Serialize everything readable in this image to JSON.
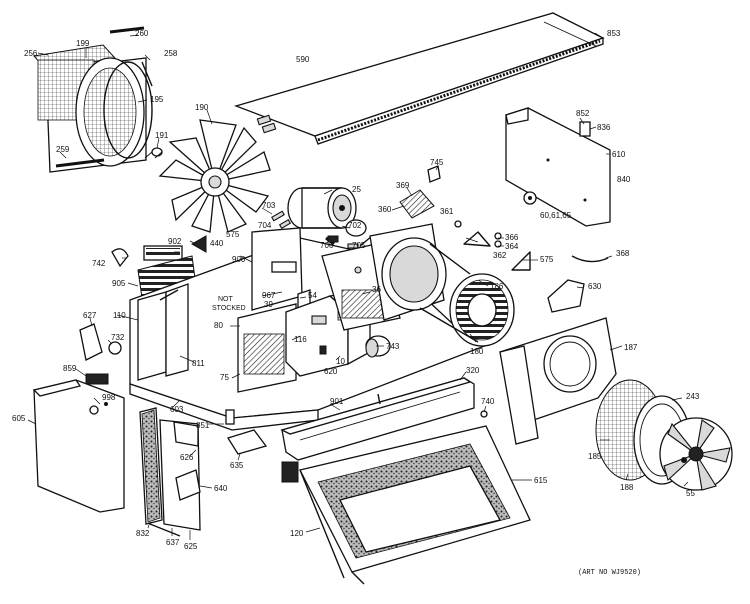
{
  "callouts": [
    {
      "id": "c256",
      "text": "256"
    },
    {
      "id": "c199",
      "text": "199"
    },
    {
      "id": "c260",
      "text": "260"
    },
    {
      "id": "c258",
      "text": "258"
    },
    {
      "id": "c195",
      "text": "195"
    },
    {
      "id": "c259",
      "text": "259"
    },
    {
      "id": "c191",
      "text": "191"
    },
    {
      "id": "c190",
      "text": "190"
    },
    {
      "id": "c590",
      "text": "590"
    },
    {
      "id": "c853",
      "text": "853"
    },
    {
      "id": "c852",
      "text": "852"
    },
    {
      "id": "c836",
      "text": "836"
    },
    {
      "id": "c610",
      "text": "610"
    },
    {
      "id": "c840",
      "text": "840"
    },
    {
      "id": "c745",
      "text": "745"
    },
    {
      "id": "c369",
      "text": "369"
    },
    {
      "id": "c360",
      "text": "360"
    },
    {
      "id": "c25",
      "text": "25"
    },
    {
      "id": "c703",
      "text": "703"
    },
    {
      "id": "c704",
      "text": "704"
    },
    {
      "id": "c702",
      "text": "702"
    },
    {
      "id": "c705",
      "text": "705"
    },
    {
      "id": "c706",
      "text": "706"
    },
    {
      "id": "c361",
      "text": "361"
    },
    {
      "id": "c366",
      "text": "366"
    },
    {
      "id": "c364",
      "text": "364"
    },
    {
      "id": "c362",
      "text": "362"
    },
    {
      "id": "c575b",
      "text": "575"
    },
    {
      "id": "c368",
      "text": "368"
    },
    {
      "id": "c606165",
      "text": "60,61,65"
    },
    {
      "id": "c575a",
      "text": "575"
    },
    {
      "id": "c902",
      "text": "902"
    },
    {
      "id": "c440",
      "text": "440"
    },
    {
      "id": "c742",
      "text": "742"
    },
    {
      "id": "c900",
      "text": "900"
    },
    {
      "id": "c905",
      "text": "905"
    },
    {
      "id": "c967",
      "text": "967"
    },
    {
      "id": "c39",
      "text": "39"
    },
    {
      "id": "c54",
      "text": "54"
    },
    {
      "id": "c36",
      "text": "36"
    },
    {
      "id": "c186",
      "text": "186"
    },
    {
      "id": "c630",
      "text": "630"
    },
    {
      "id": "c110",
      "text": "110"
    },
    {
      "id": "c627",
      "text": "627"
    },
    {
      "id": "c80",
      "text": "80"
    },
    {
      "id": "c732",
      "text": "732"
    },
    {
      "id": "c859",
      "text": "859"
    },
    {
      "id": "c811",
      "text": "811"
    },
    {
      "id": "c75",
      "text": "75"
    },
    {
      "id": "c116",
      "text": "116"
    },
    {
      "id": "c620",
      "text": "620"
    },
    {
      "id": "c10",
      "text": "10"
    },
    {
      "id": "c743",
      "text": "743"
    },
    {
      "id": "c180",
      "text": "180"
    },
    {
      "id": "c187",
      "text": "187"
    },
    {
      "id": "c320",
      "text": "320"
    },
    {
      "id": "c998",
      "text": "998"
    },
    {
      "id": "c605",
      "text": "605"
    },
    {
      "id": "c603",
      "text": "603"
    },
    {
      "id": "c901",
      "text": "901"
    },
    {
      "id": "c740",
      "text": "740"
    },
    {
      "id": "c243",
      "text": "243"
    },
    {
      "id": "c851",
      "text": "851"
    },
    {
      "id": "c626",
      "text": "626"
    },
    {
      "id": "c635",
      "text": "635"
    },
    {
      "id": "c640",
      "text": "640"
    },
    {
      "id": "c615",
      "text": "615"
    },
    {
      "id": "c185",
      "text": "185"
    },
    {
      "id": "c188",
      "text": "188"
    },
    {
      "id": "c55",
      "text": "55"
    },
    {
      "id": "c832",
      "text": "832"
    },
    {
      "id": "c637",
      "text": "637"
    },
    {
      "id": "c625",
      "text": "625"
    },
    {
      "id": "c120",
      "text": "120"
    }
  ],
  "notes": {
    "not_stocked_1": "NOT",
    "not_stocked_2": "STOCKED"
  },
  "art_number": "(ART NO WJ9520)"
}
